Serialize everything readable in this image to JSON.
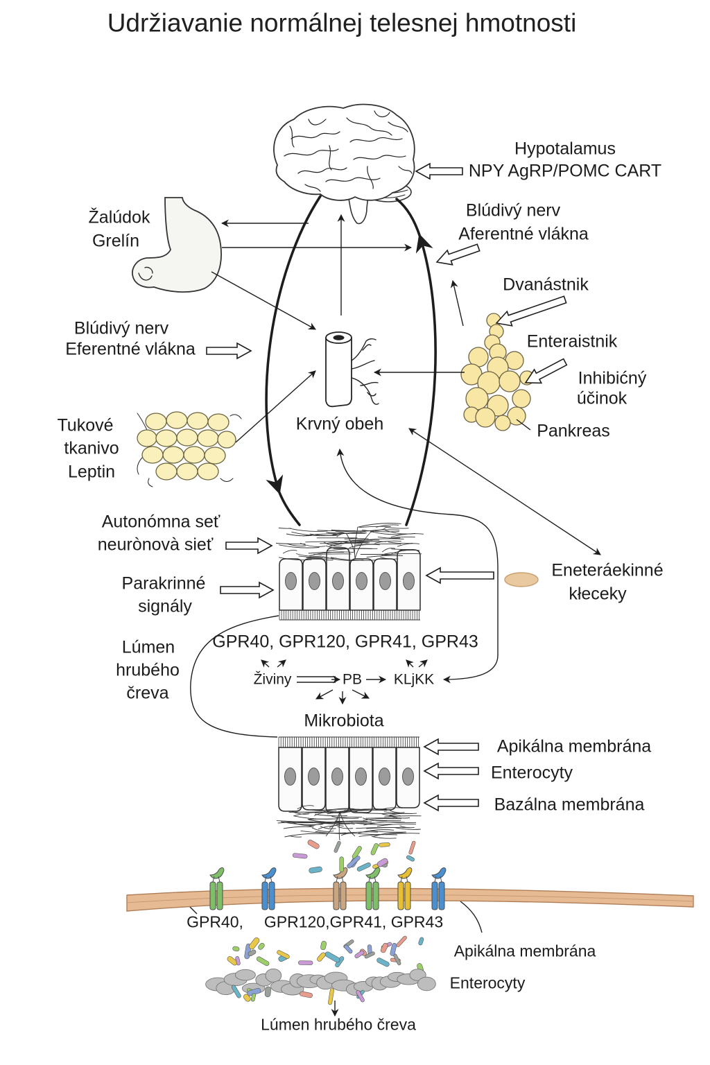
{
  "title": "Udržiavanie normálnej telesnej hmotnosti",
  "hypothalamus": {
    "lines": [
      "Hypotalamus",
      "NPY AgRP/POMC CART"
    ]
  },
  "stomach": {
    "lines": [
      "Žalúdok",
      "Grelín"
    ]
  },
  "vagus_afferent": {
    "lines": [
      "Blúdivý nerv",
      "Aferentné vlákna"
    ]
  },
  "duodenum": {
    "label": "Dvanástnik"
  },
  "intestine": {
    "label": "Enteraistnik"
  },
  "vagus_efferent": {
    "lines": [
      "Blúdivý nerv",
      "Eferentné vlákna"
    ]
  },
  "inhibitory_effect": {
    "lines": [
      "Inhibićný",
      "účinok"
    ]
  },
  "circulation": {
    "label": "Krvný obeh"
  },
  "adipose_tissue": {
    "lines": [
      "Tukové",
      "tkanivo",
      "Leptin"
    ]
  },
  "pancreas": {
    "label": "Pankreas"
  },
  "autonomic_network": {
    "lines": [
      "Autonómna seť",
      "neurònovà sieť"
    ]
  },
  "enteroendocrine_cells": {
    "lines": [
      "Eneteráekinné",
      "kłeceky"
    ]
  },
  "paracrine_signals": {
    "lines": [
      "Parakrinné",
      "signály"
    ]
  },
  "colon_lumen": {
    "lines": [
      "Lúmen",
      "hrubého",
      "čreva"
    ]
  },
  "receptors": "GPR40, GPR120, GPR41, GPR43",
  "pathway": {
    "nutrients": "Živiny",
    "pb": "PB",
    "scfa": "KLjKK"
  },
  "microbiota": "Mikrobiota",
  "epithelium": {
    "apical_membrane": "Apikálna membrána",
    "enterocytes": "Enterocyty",
    "basal_membrane": "Bazálna membrána"
  },
  "membrane_detail": {
    "receptors": [
      "GPR40,",
      "GPR120,GPR41, GPR43"
    ],
    "apical_membrane": "Apikálna membrána",
    "enterocytes": "Enterocyty",
    "lumen": "Lúmen hrubého čreva"
  },
  "colors": {
    "receptors": [
      "#7fbf6a",
      "#4a8fcf",
      "#c9a582",
      "#7fbf6a",
      "#e6bf35",
      "#4a8fcf"
    ],
    "membrane": "#e6bb94",
    "pancreas": "#f7e6a4",
    "adipose": "#faf0bc",
    "stomach": "#f5f5f2",
    "nucleus": "#9c9c9c",
    "enteroendocrine_cell": "#e8c9a0",
    "microbes": [
      "#6bb3c9",
      "#9ccf6a",
      "#e8c84a",
      "#c99ad6",
      "#e79c8c",
      "#8aa2d6",
      "#9aa09a"
    ]
  }
}
